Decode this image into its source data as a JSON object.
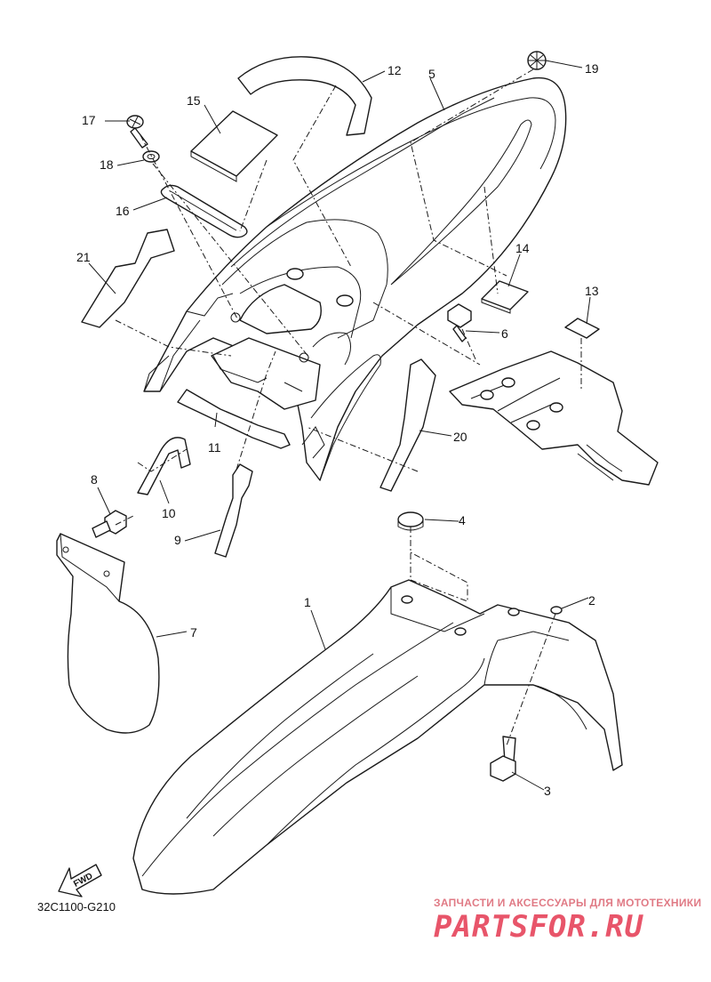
{
  "diagram_code": "32C1100-G210",
  "fwd_label": "FWD",
  "watermark": {
    "subtitle": "ЗАПЧАСТИ И АКСЕССУАРЫ ДЛЯ МОТОТЕХНИКИ",
    "brand": "PARTSFOR.RU"
  },
  "callouts": {
    "c1": "1",
    "c2": "2",
    "c3": "3",
    "c4": "4",
    "c5": "5",
    "c6": "6",
    "c7": "7",
    "c8": "8",
    "c9": "9",
    "c10": "10",
    "c11": "11",
    "c12": "12",
    "c13": "13",
    "c14": "14",
    "c15": "15",
    "c16": "16",
    "c17": "17",
    "c18": "18",
    "c19": "19",
    "c20": "20",
    "c21": "21"
  },
  "colors": {
    "line": "#1a1a1a",
    "watermark": "#e8556a"
  }
}
